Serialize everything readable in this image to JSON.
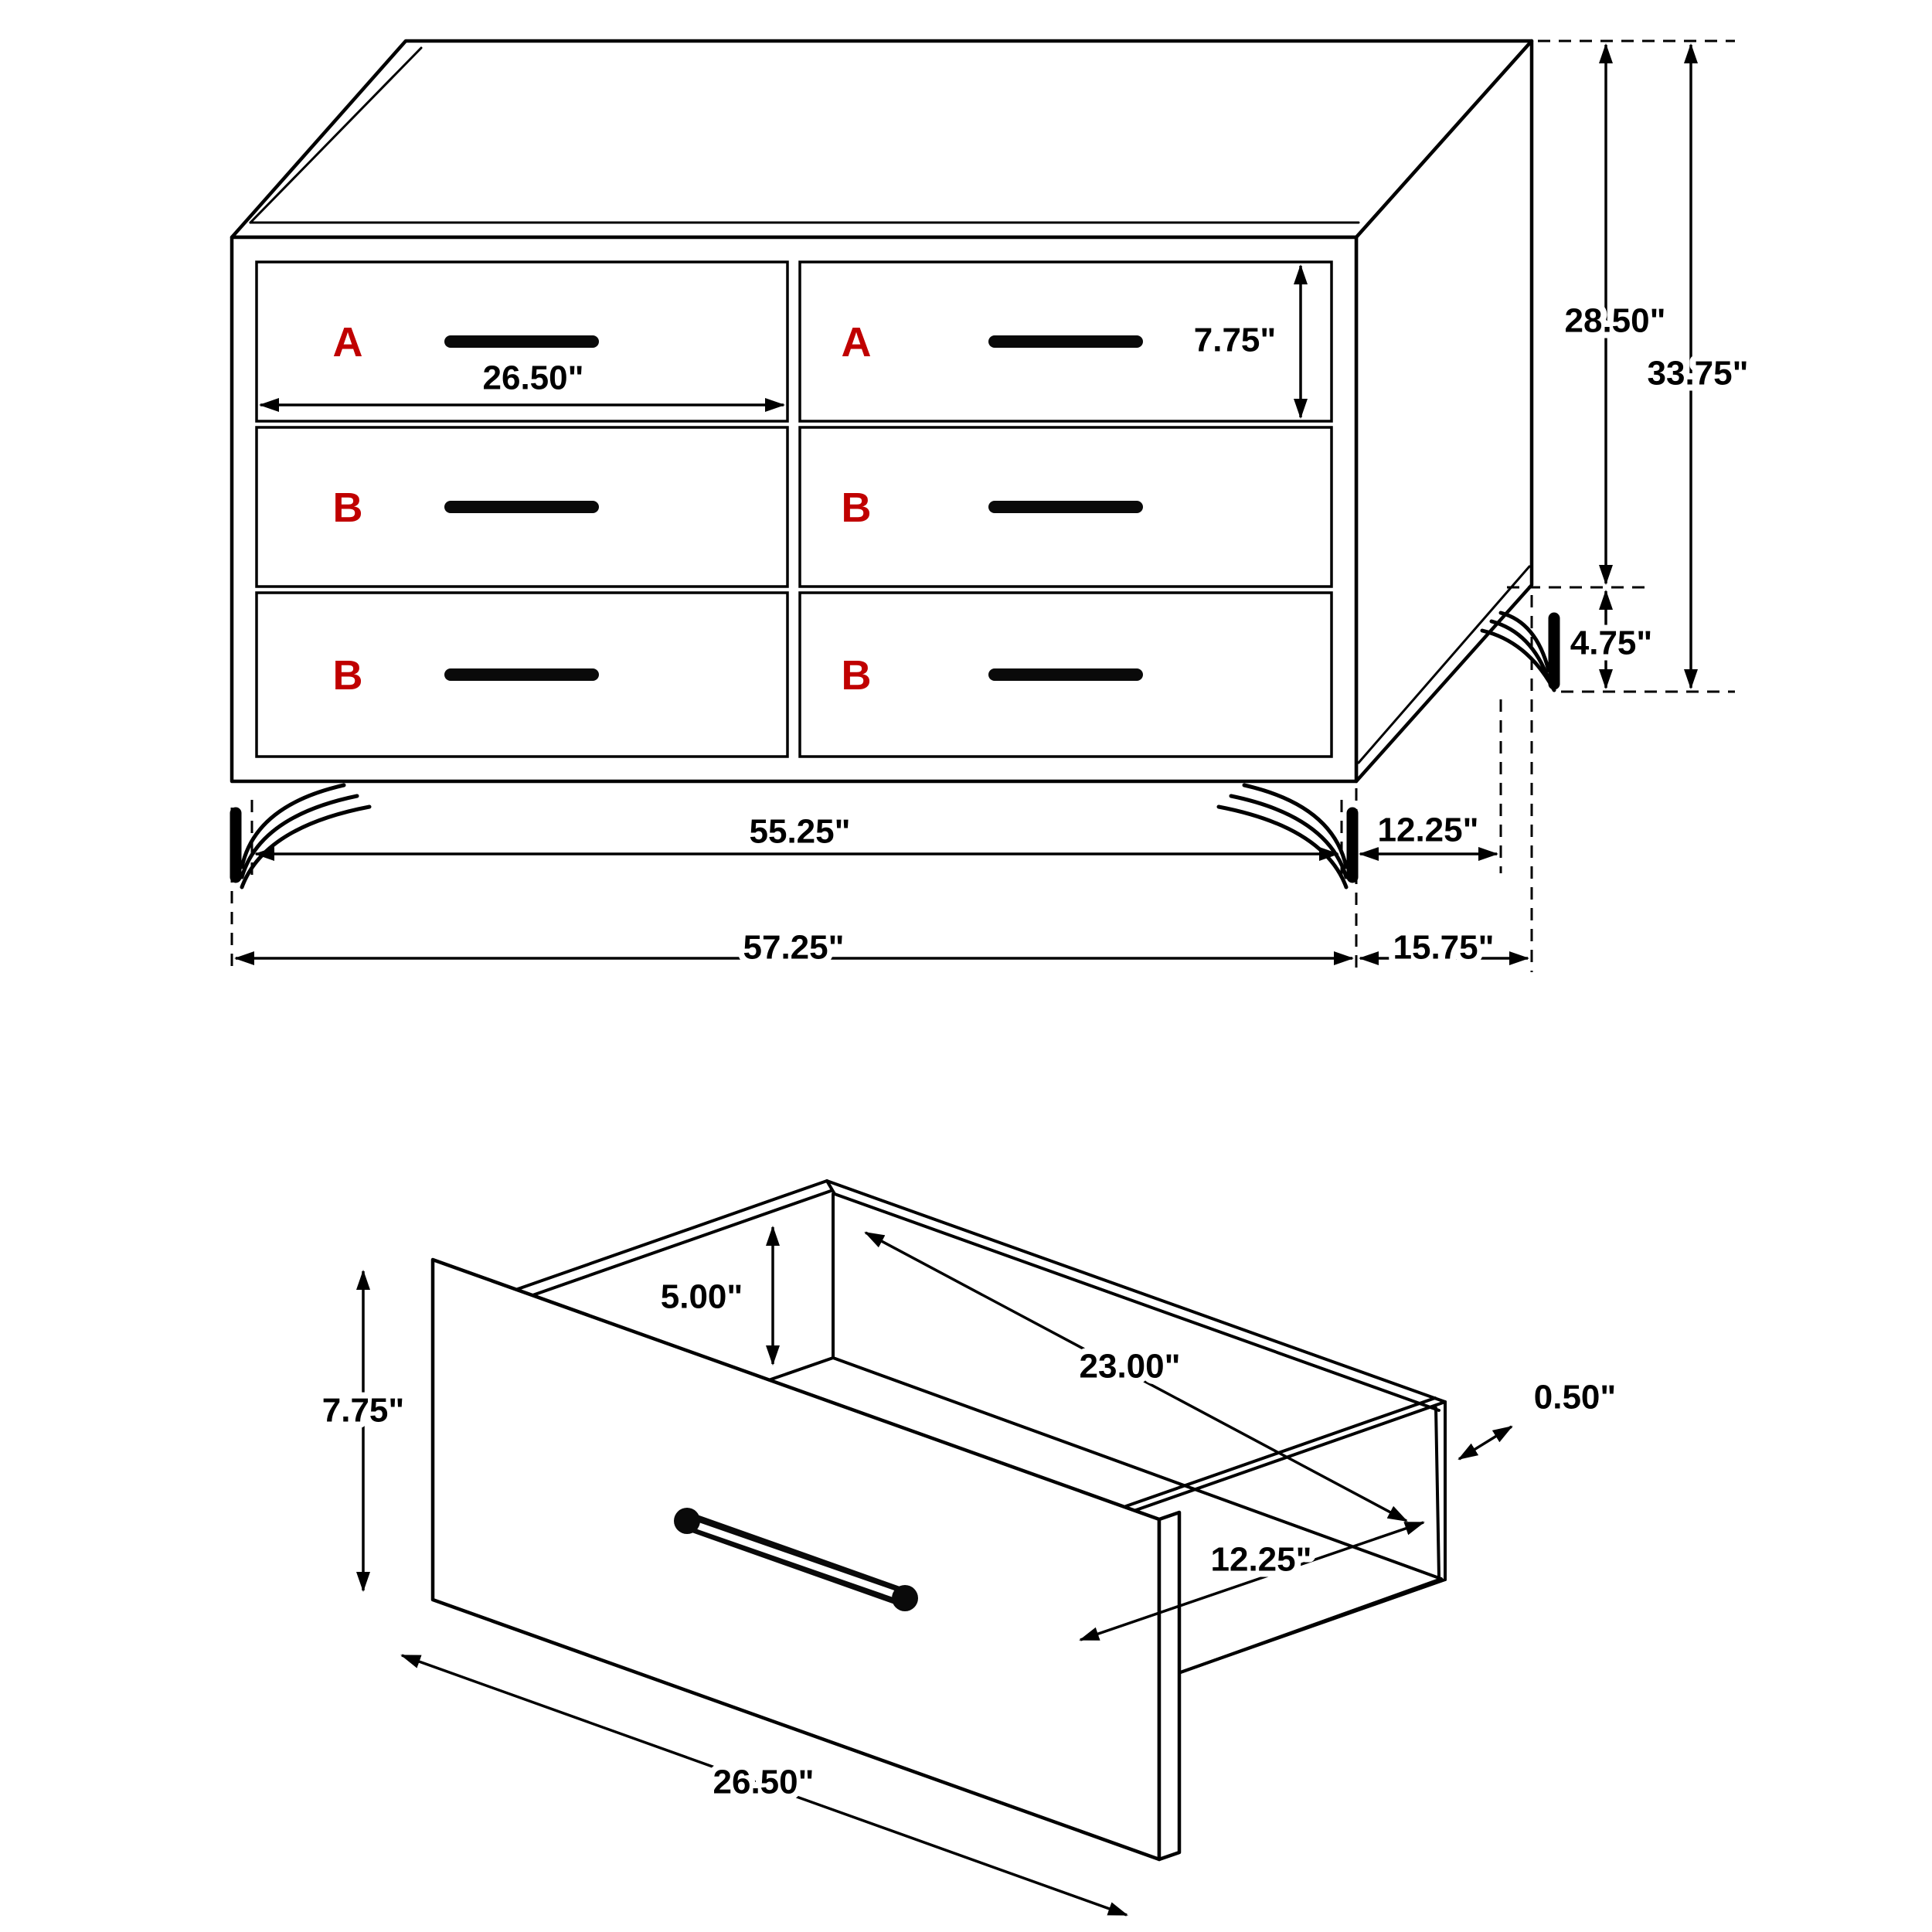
{
  "title": "Dresser and drawer dimensions diagram",
  "colors": {
    "line": "#000000",
    "label_red": "#c00000",
    "background": "#ffffff"
  },
  "dresser": {
    "drawer_labels": [
      "A",
      "A",
      "B",
      "B",
      "B",
      "B"
    ],
    "dims": {
      "drawer_width": "26.50\"",
      "drawer_height": "7.75\"",
      "case_height": "28.50\"",
      "overall_height": "33.75\"",
      "leg_height": "4.75\"",
      "leg_span_width": "55.25\"",
      "leg_span_depth": "12.25\"",
      "overall_width": "57.25\"",
      "overall_depth": "15.75\""
    }
  },
  "drawer": {
    "dims": {
      "front_height": "7.75\"",
      "inner_height": "5.00\"",
      "inner_length": "23.00\"",
      "side_thickness": "0.50\"",
      "inner_width": "12.25\"",
      "front_width": "26.50\""
    }
  }
}
